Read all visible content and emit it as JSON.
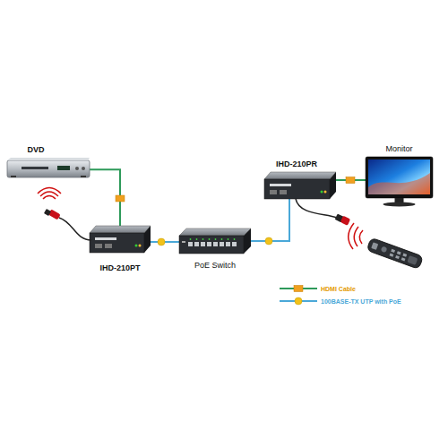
{
  "diagram": {
    "nodes": [
      {
        "text": [
          "DVD"
        ]
      },
      {
        "text": [
          "IHD-210PT"
        ]
      },
      {
        "text": [
          "PoE Switch"
        ]
      },
      {
        "text": [
          "IHD-210PR"
        ]
      },
      {
        "text": [
          "Monitor"
        ]
      }
    ],
    "edges": [
      {
        "from": 0,
        "to": 1,
        "arrow": "none"
      },
      {
        "from": 1,
        "to": 2,
        "arrow": "none"
      },
      {
        "from": 2,
        "to": 3,
        "arrow": "none"
      },
      {
        "from": 3,
        "to": 4,
        "arrow": "none"
      }
    ],
    "legend": [
      {
        "text": "HDMI Cable"
      },
      {
        "text": "100BASE-TX UTP with PoE"
      }
    ]
  }
}
